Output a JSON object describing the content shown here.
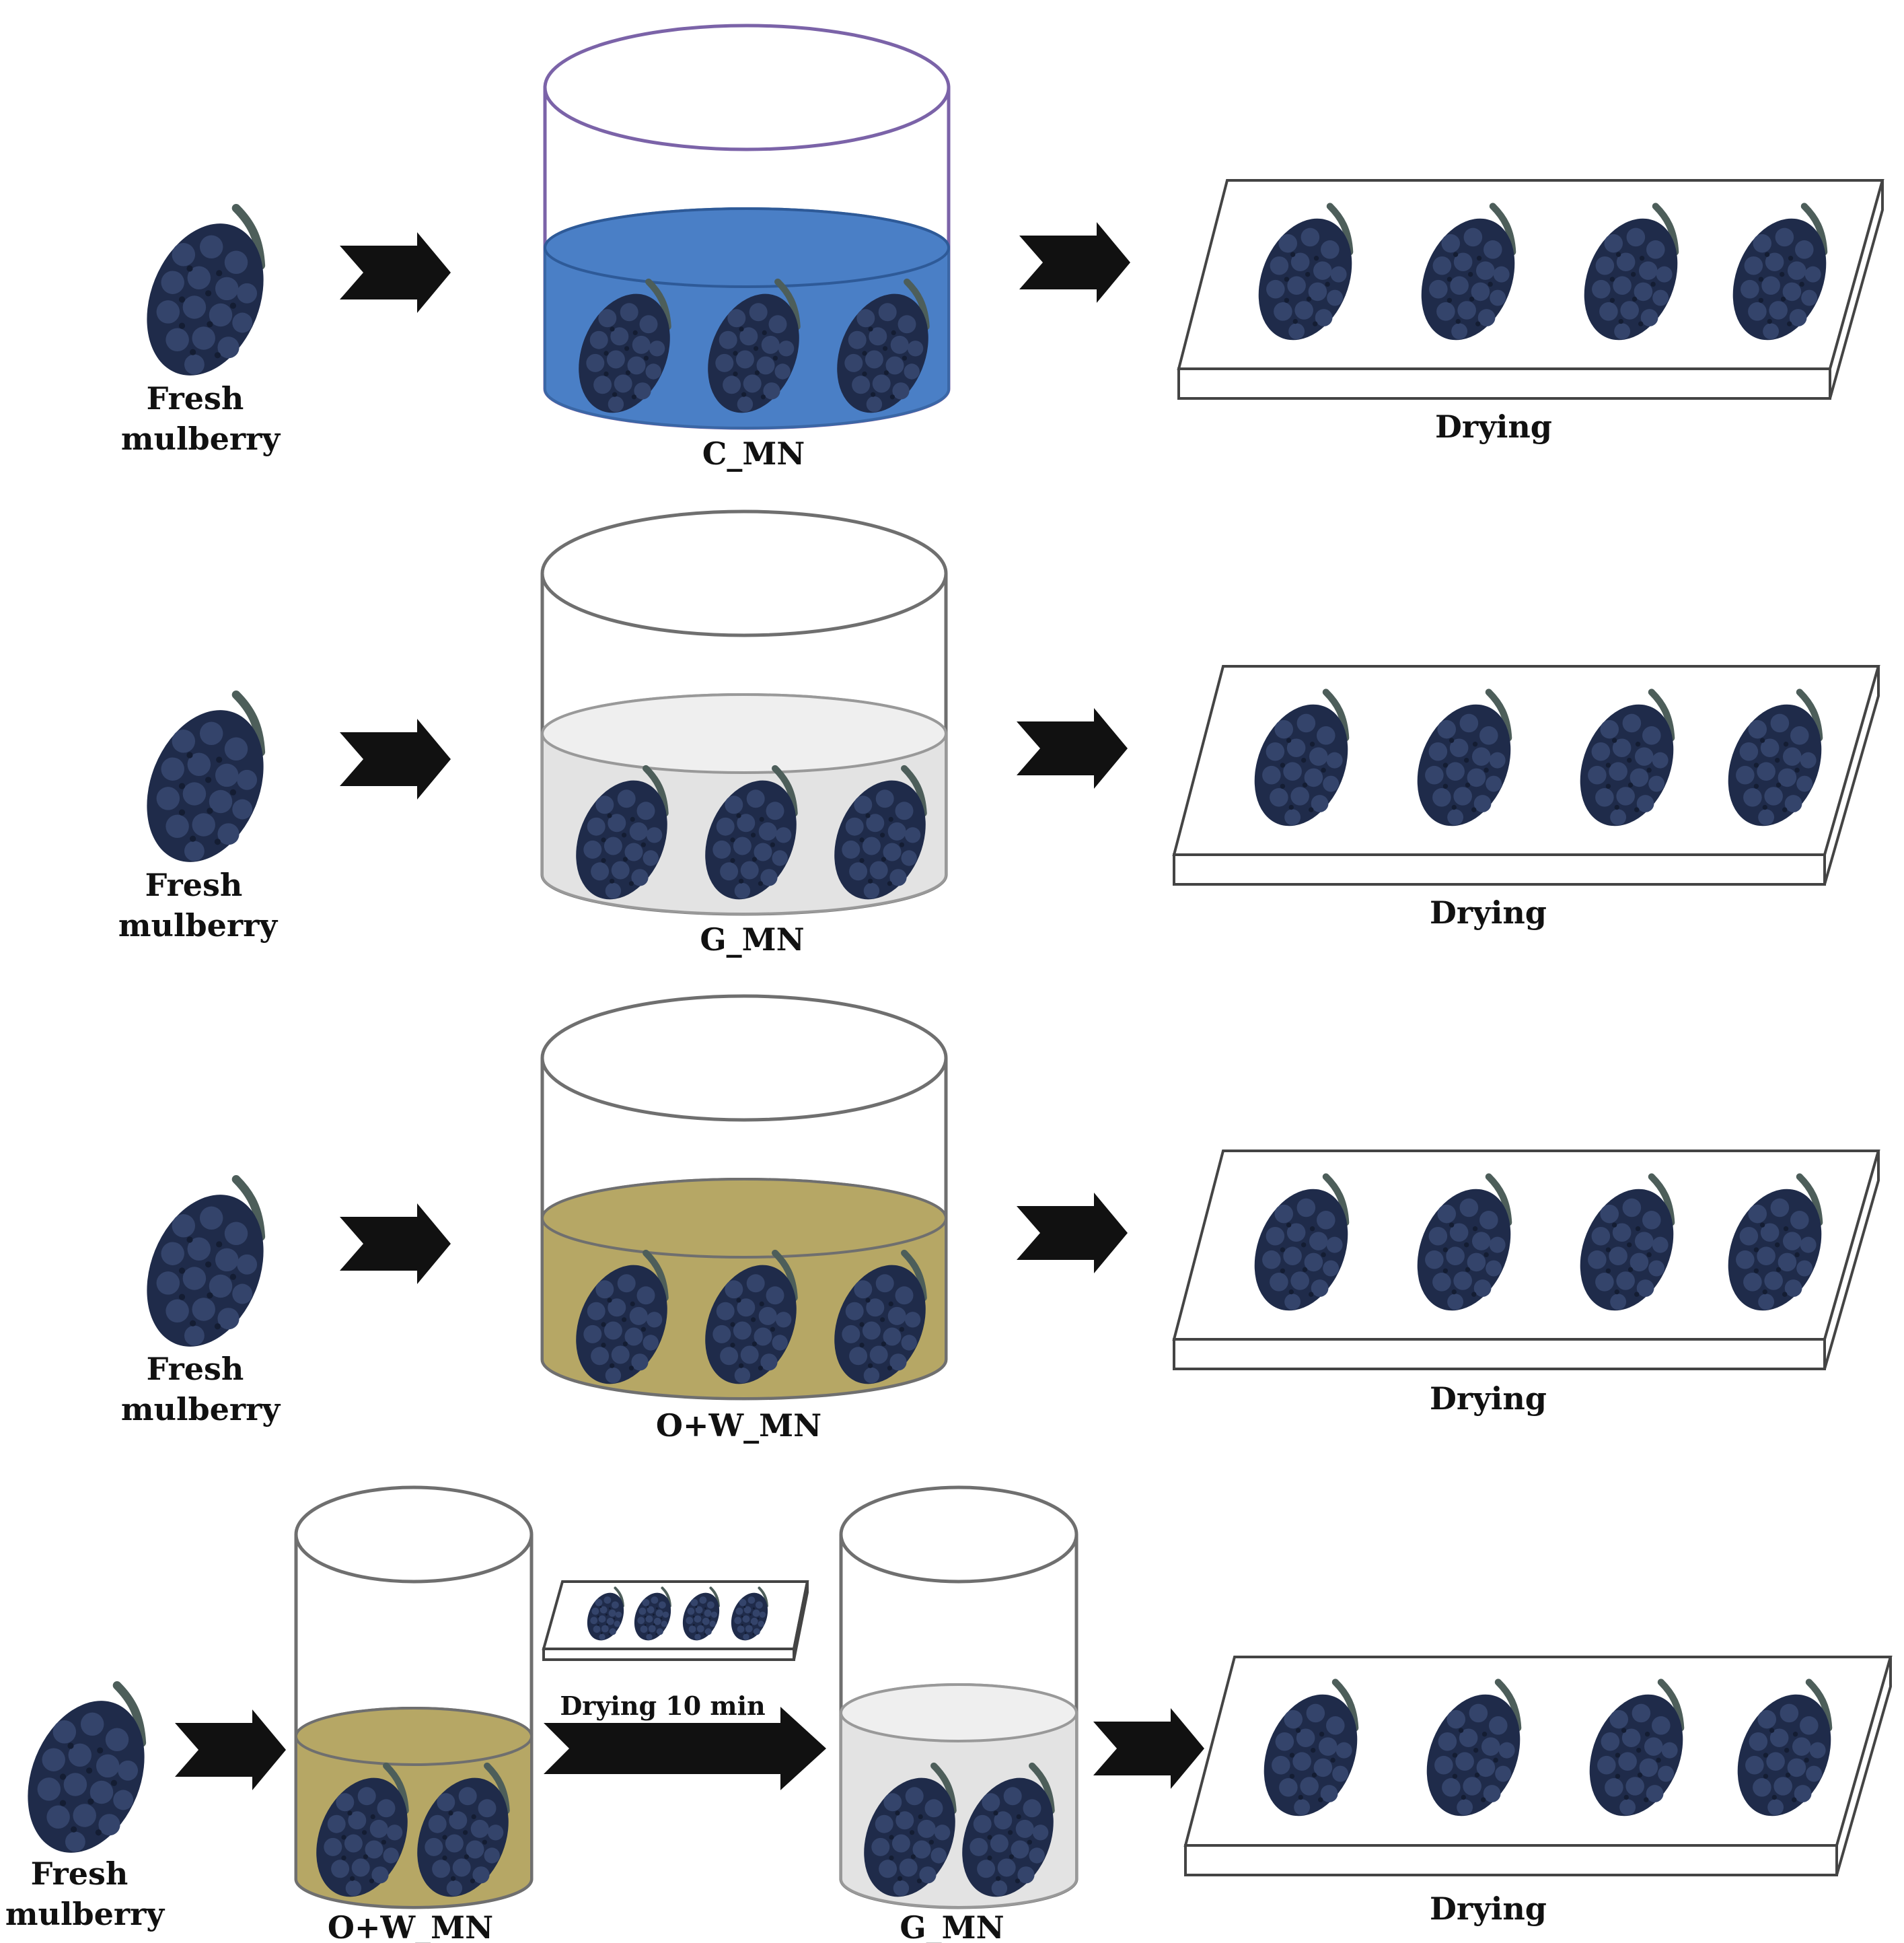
{
  "labels": {
    "fresh_line1": "Fresh",
    "fresh_line2": "mulberry",
    "drying": "Drying",
    "drying_10min": "Drying  10 min",
    "c_mn": "C_MN",
    "g_mn": "G_MN",
    "ow_mn": "O+W_MN"
  },
  "colors": {
    "berry_fill": "#1f2b4a",
    "berry_dot": "#34446b",
    "stem": "#4d5e5a",
    "arrow": "#111111",
    "c_mn_liquid": "#4a7fc6",
    "c_mn_outline": "#7b63a8",
    "g_mn_liquid": "#e3e3e3",
    "ow_mn_liquid": "#b6a765",
    "container_outline": "#6f6f6f",
    "tray_outline": "#444444"
  }
}
